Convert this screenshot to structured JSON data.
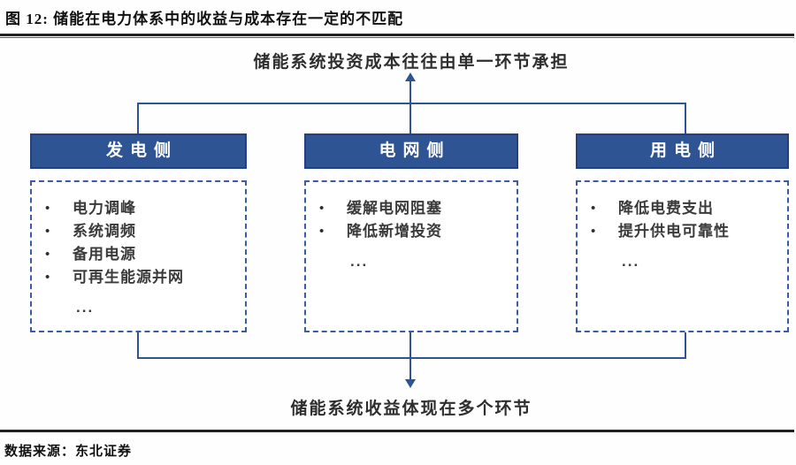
{
  "figure": {
    "title": "图 12:  储能在电力体系中的收益与成本存在一定的不匹配",
    "source": "数据来源：东北证券"
  },
  "diagram": {
    "top_label": "储能系统投资成本往往由单一环节承担",
    "bottom_label": "储能系统收益体现在多个环节",
    "bullet_char": "•",
    "ellipsis": "...",
    "columns": [
      {
        "header": "发电侧",
        "items": [
          "电力调峰",
          "系统调频",
          "备用电源",
          "可再生能源并网"
        ]
      },
      {
        "header": "电网侧",
        "items": [
          "缓解电网阻塞",
          "降低新增投资"
        ]
      },
      {
        "header": "用电侧",
        "items": [
          "降低电费支出",
          "提升供电可靠性"
        ]
      }
    ]
  },
  "colors": {
    "header_fill": "#2E5494",
    "header_border": "#24417E",
    "connector": "#2E5494",
    "dashed_border": "#3A5BA9"
  }
}
